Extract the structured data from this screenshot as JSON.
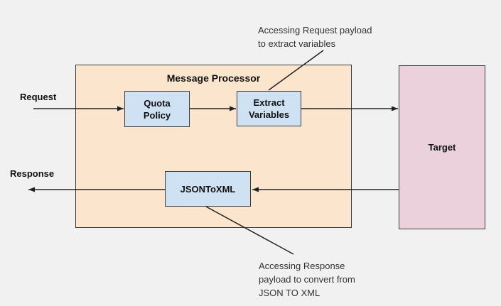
{
  "diagram": {
    "processor_title": "Message Processor",
    "nodes": {
      "quota_policy": "Quota Policy",
      "extract_variables": "Extract Variables",
      "json_to_xml": "JSONToXML",
      "target": "Target"
    },
    "flow_labels": {
      "request": "Request",
      "response": "Response"
    },
    "annotations": {
      "request": "Accessing Request payload\nto extract variables",
      "response": "Accessing Response\npayload to convert from\nJSON TO XML"
    },
    "colors": {
      "background": "#f1f1f1",
      "processor_fill": "#fce5cd",
      "policy_fill": "#cfe2f3",
      "target_fill": "#ead1dc",
      "border": "#3b3b3b",
      "line": "#222222",
      "text": "#111111",
      "annotation_text": "#333333"
    }
  }
}
